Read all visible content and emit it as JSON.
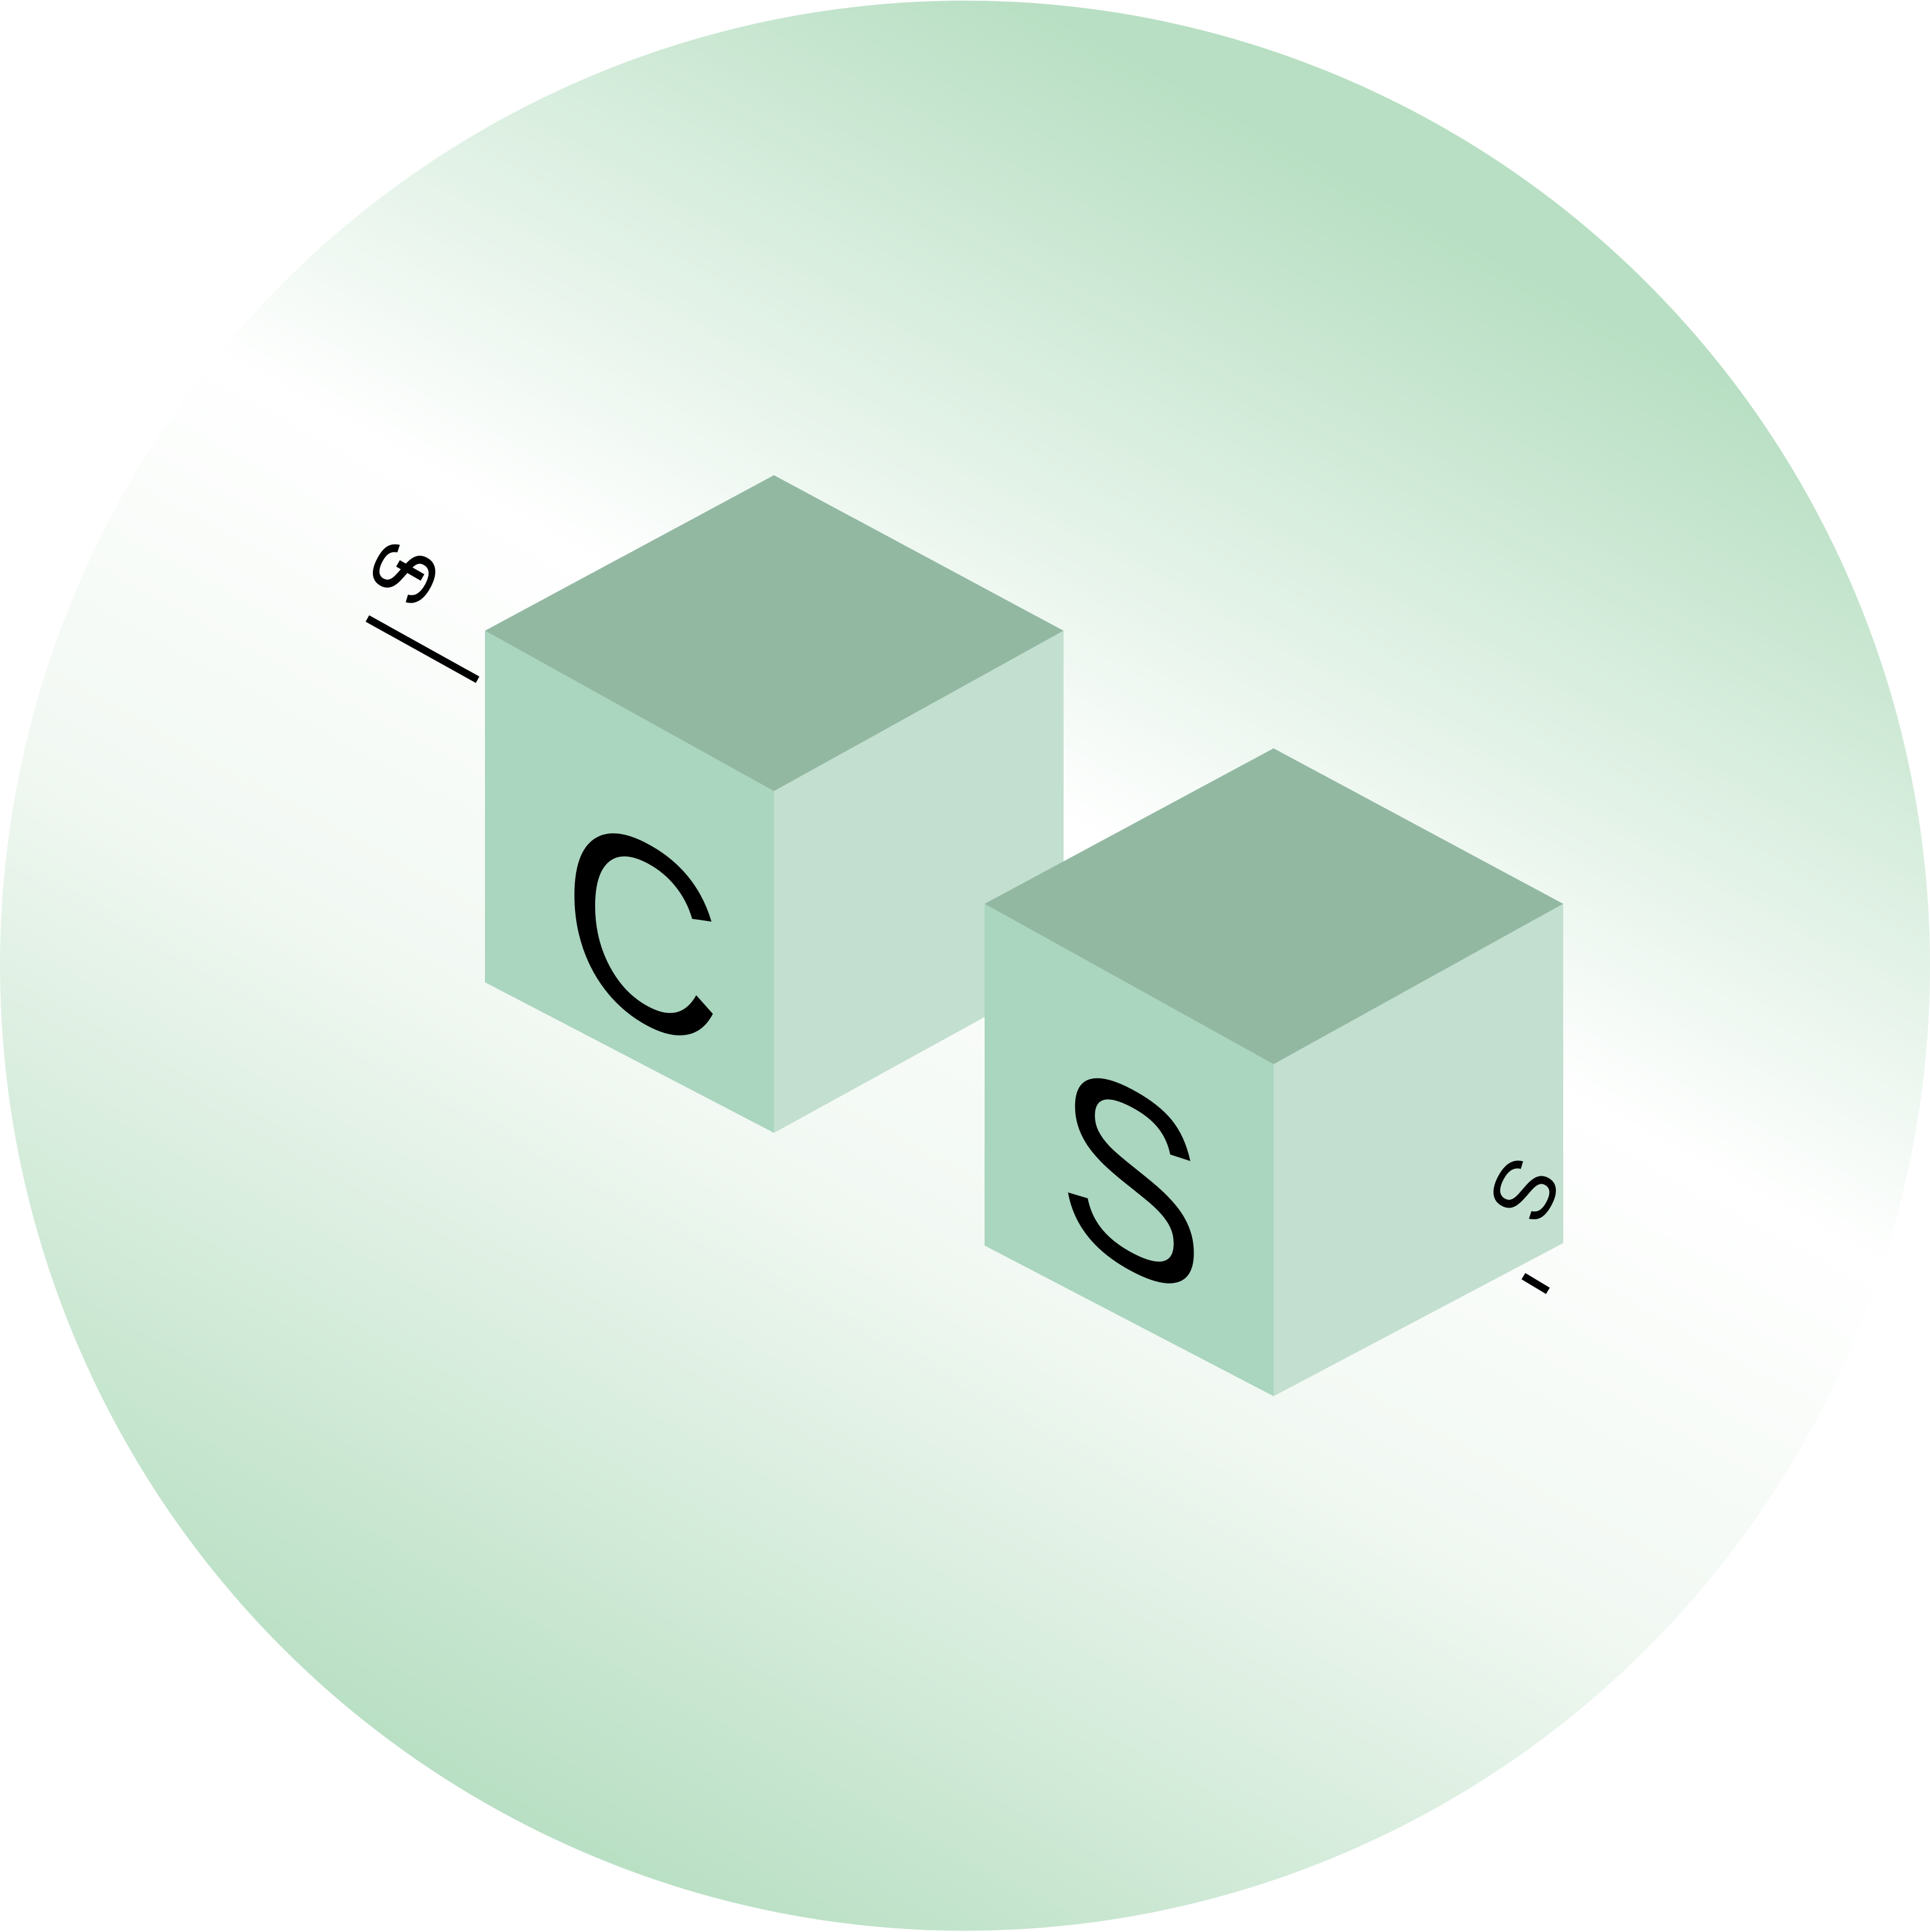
{
  "diagram": {
    "letters": {
      "cube_left": "C",
      "cube_right": "S",
      "link_icon_left": "S",
      "link_icon_right": "S"
    },
    "icons": {
      "link_left": "chain-link-icon",
      "link_right": "chain-link-icon",
      "connector": "equals-connector-icon"
    },
    "colors": {
      "circle_green": "#b8dfc3",
      "cube_top": "#92b8a2",
      "cube_front": "#aad5bf",
      "cube_side": "#c3dfd0",
      "ink": "#000000"
    }
  }
}
